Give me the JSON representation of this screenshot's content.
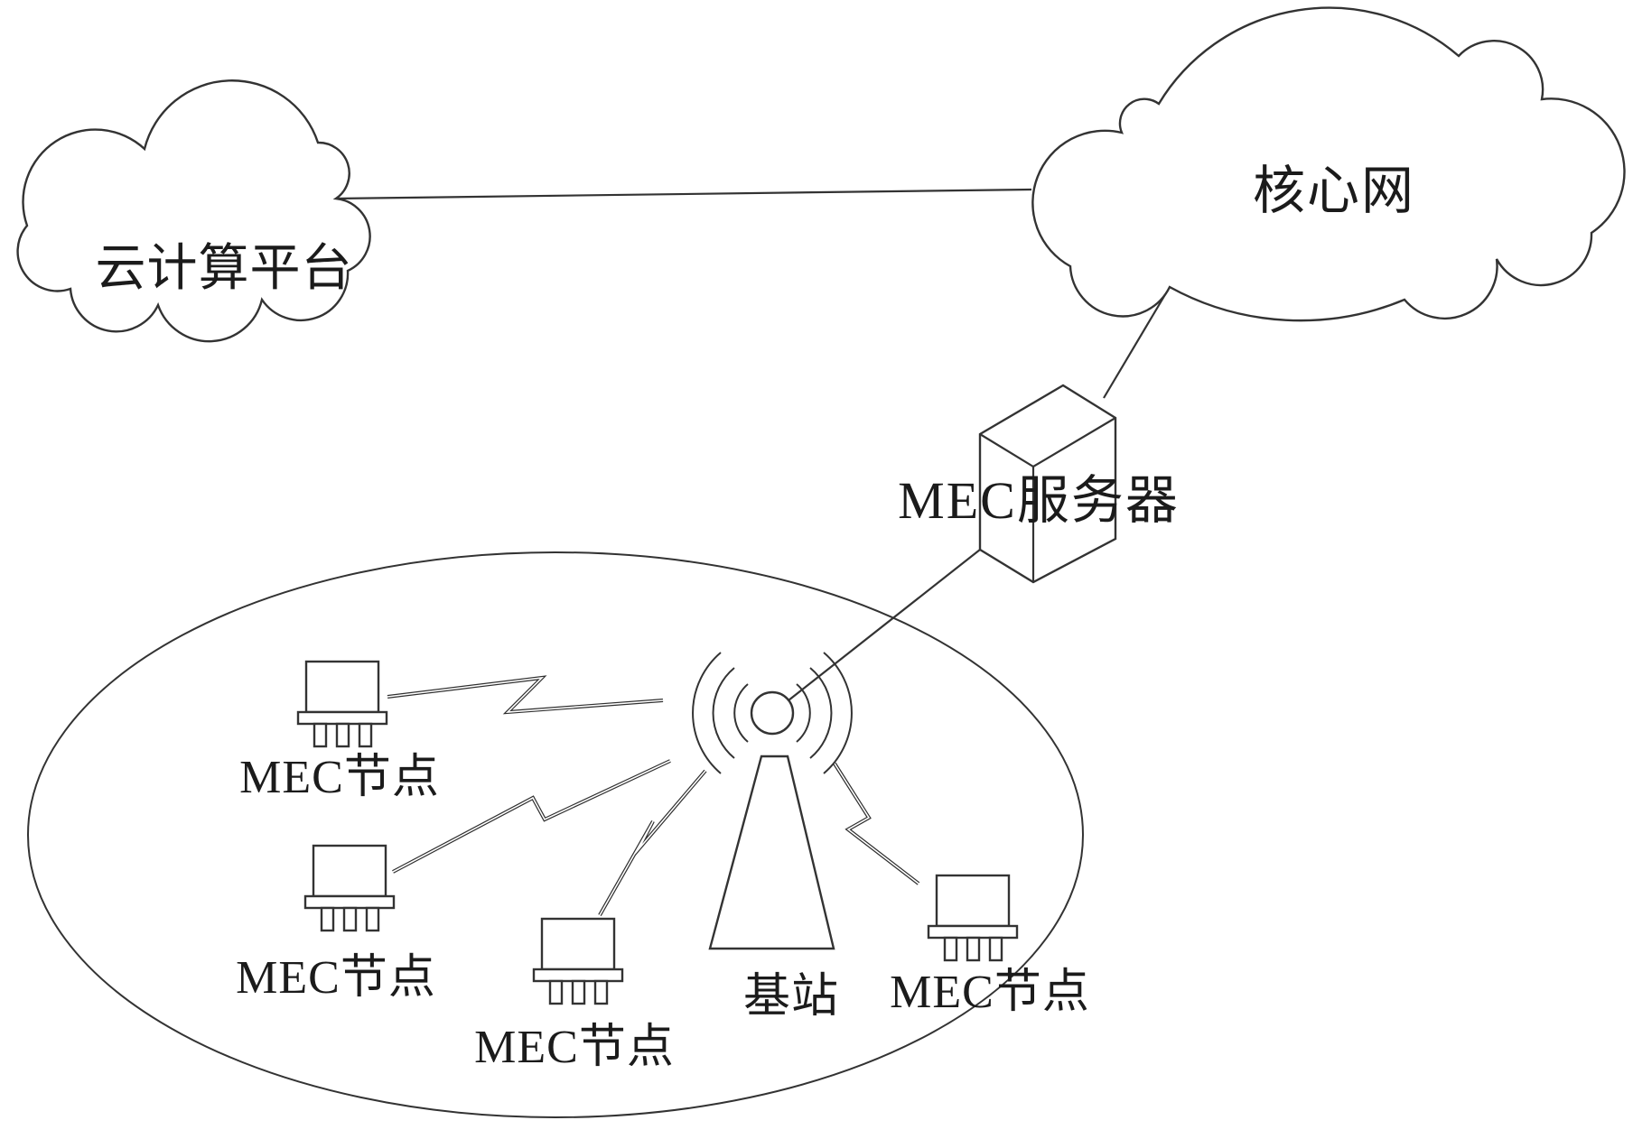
{
  "diagram": {
    "type": "network-architecture",
    "colors": {
      "background": "#ffffff",
      "line": "#333333",
      "text": "#1b1b1b"
    },
    "nodes": {
      "cloud_platform": {
        "label": "云计算平台",
        "shape": "cloud"
      },
      "core_network": {
        "label": "核心网",
        "shape": "cloud"
      },
      "mec_server": {
        "label": "MEC服务器",
        "shape": "box-3d"
      },
      "base_station": {
        "label": "基站",
        "shape": "antenna-tower"
      },
      "mec_nodes": {
        "label": "MEC节点",
        "shape": "chip-device",
        "count": 4
      }
    },
    "connections": [
      {
        "from": "cloud_platform",
        "to": "core_network",
        "style": "line"
      },
      {
        "from": "core_network",
        "to": "mec_server",
        "style": "line"
      },
      {
        "from": "mec_server",
        "to": "base_station",
        "style": "line"
      },
      {
        "from": "base_station",
        "to": "mec_node_1",
        "style": "lightning"
      },
      {
        "from": "base_station",
        "to": "mec_node_2",
        "style": "lightning"
      },
      {
        "from": "base_station",
        "to": "mec_node_3",
        "style": "lightning"
      },
      {
        "from": "base_station",
        "to": "mec_node_4",
        "style": "lightning"
      }
    ]
  }
}
